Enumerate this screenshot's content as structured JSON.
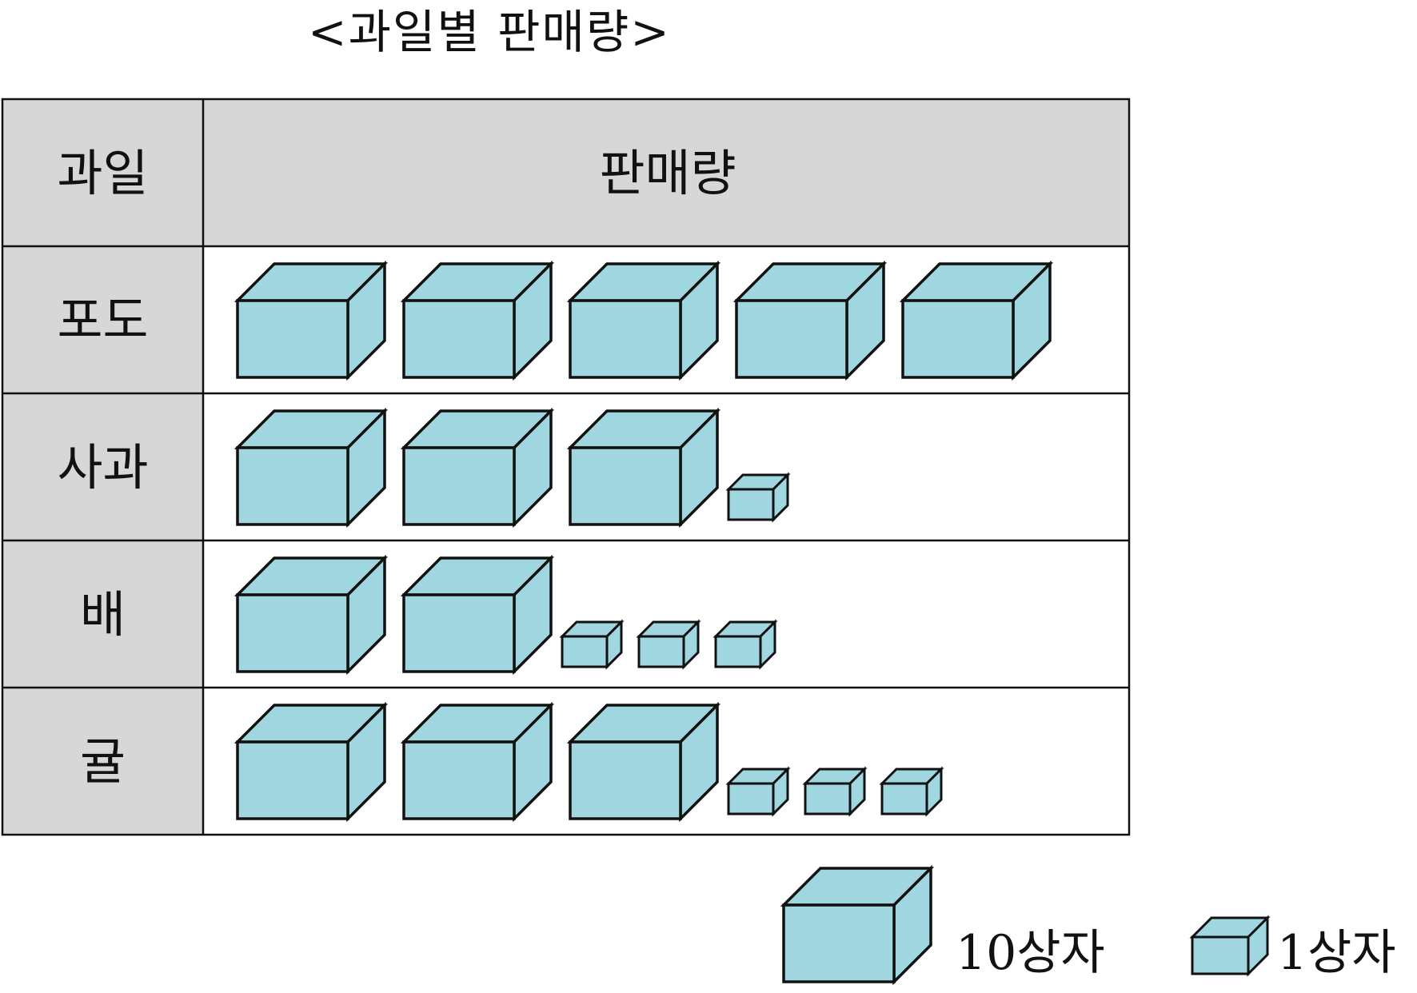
{
  "chart_data": {
    "type": "pictograph",
    "title": "<과일별 판매량>",
    "header": {
      "category": "과일",
      "value": "판매량"
    },
    "categories": [
      "포도",
      "사과",
      "배",
      "귤"
    ],
    "values": [
      50,
      31,
      23,
      33
    ],
    "units": {
      "large": 10,
      "small": 1
    },
    "legend": [
      {
        "label": "10상자",
        "value": 10,
        "icon": "large-box-icon"
      },
      {
        "label": "1상자",
        "value": 1,
        "icon": "small-box-icon"
      }
    ],
    "colors": {
      "box_fill": "#a0d6e0",
      "box_stroke": "#111111",
      "header_fill": "#d7d7d7",
      "category_fill": "#d7d7d7",
      "grid": "#111111"
    }
  }
}
